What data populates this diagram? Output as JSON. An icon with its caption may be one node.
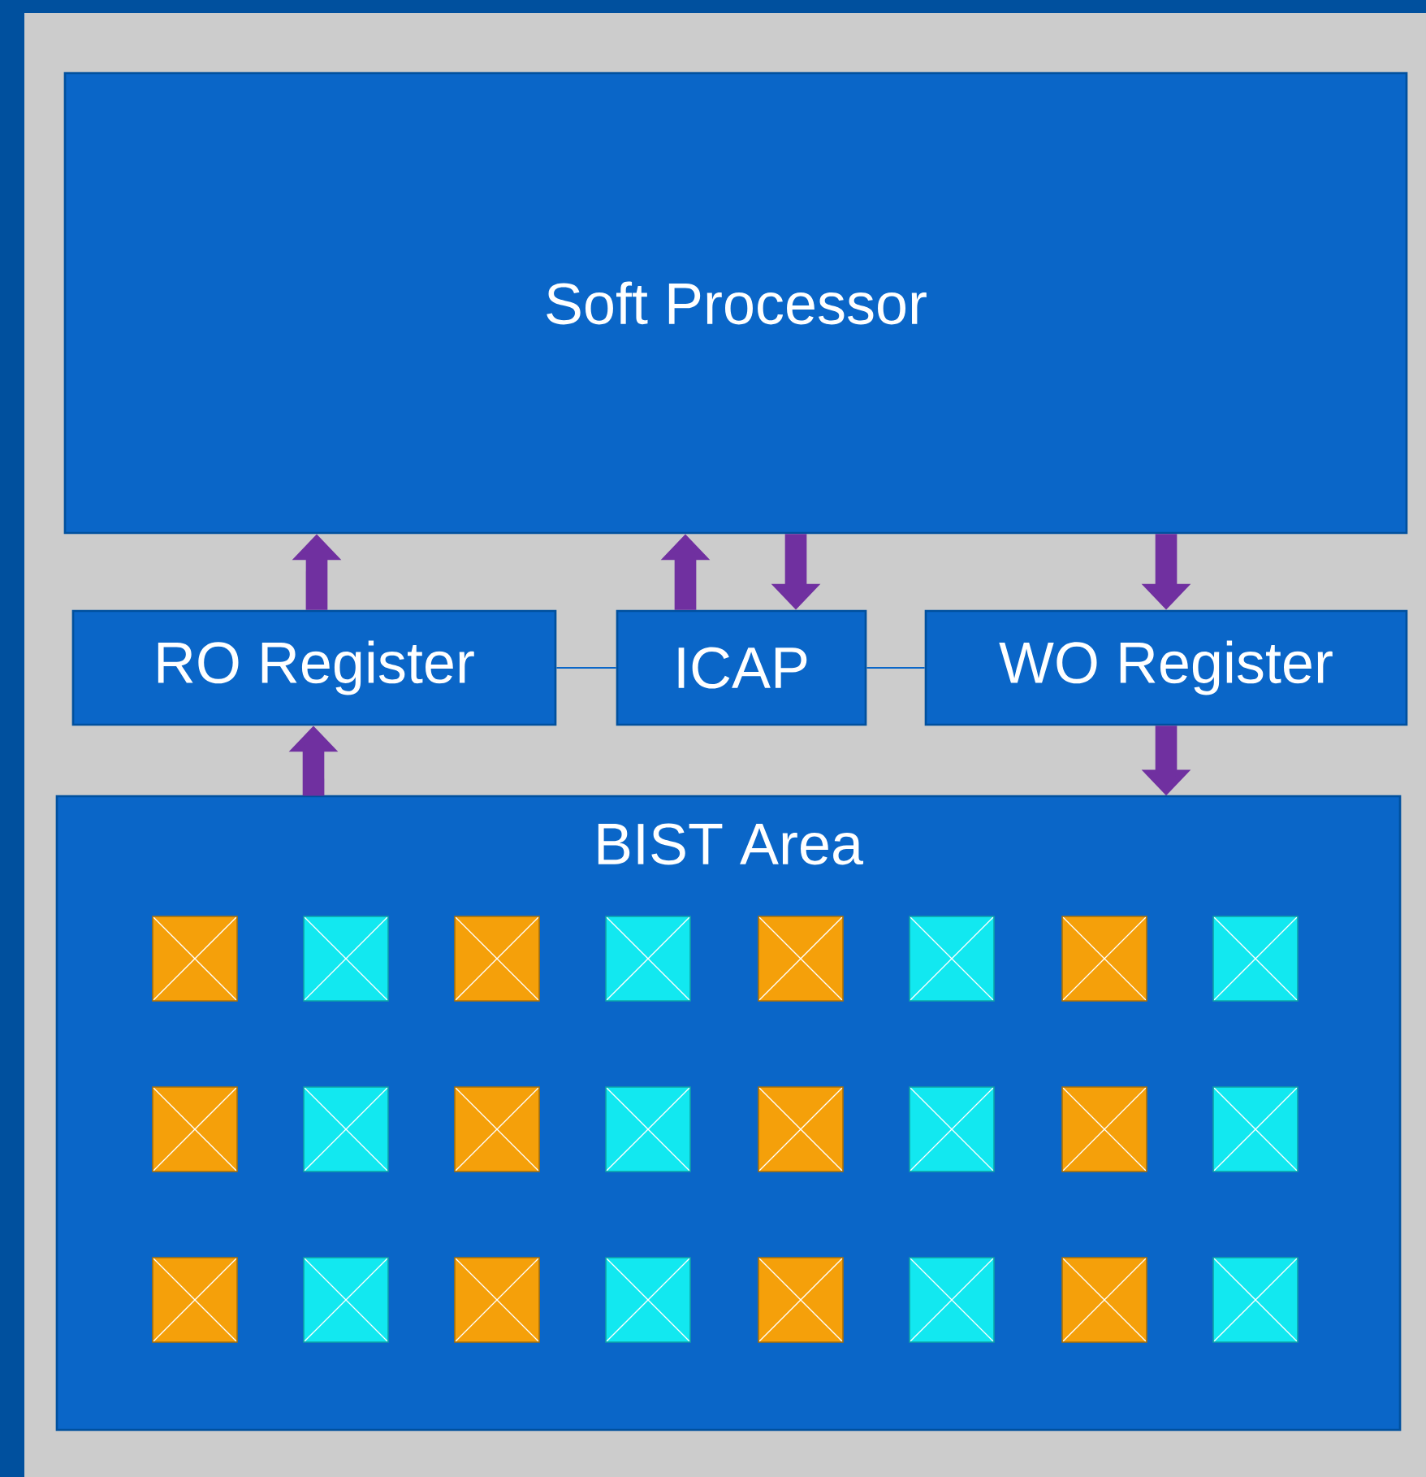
{
  "diagram": {
    "nodes": [
      {
        "text": [
          "Soft Processor"
        ]
      },
      {
        "text": [
          "RO Register"
        ]
      },
      {
        "text": [
          "ICAP"
        ]
      },
      {
        "text": [
          "WO Register"
        ]
      },
      {
        "text": [
          "BIST Area"
        ]
      },
      {
        "text": [],
        "shape": "box",
        "in": 4
      },
      {
        "text": [],
        "shape": "box",
        "in": 4
      },
      {
        "text": [],
        "shape": "box",
        "in": 4
      },
      {
        "text": [],
        "shape": "box",
        "in": 4
      },
      {
        "text": [],
        "shape": "box",
        "in": 4
      },
      {
        "text": [],
        "shape": "box",
        "in": 4
      },
      {
        "text": [],
        "shape": "box",
        "in": 4
      },
      {
        "text": [],
        "shape": "box",
        "in": 4
      },
      {
        "text": [],
        "shape": "box",
        "in": 4
      },
      {
        "text": [],
        "shape": "box",
        "in": 4
      },
      {
        "text": [],
        "shape": "box",
        "in": 4
      },
      {
        "text": [],
        "shape": "box",
        "in": 4
      },
      {
        "text": [],
        "shape": "box",
        "in": 4
      },
      {
        "text": [],
        "shape": "box",
        "in": 4
      },
      {
        "text": [],
        "shape": "box",
        "in": 4
      },
      {
        "text": [],
        "shape": "box",
        "in": 4
      },
      {
        "text": [],
        "shape": "box",
        "in": 4
      },
      {
        "text": [],
        "shape": "box",
        "in": 4
      },
      {
        "text": [],
        "shape": "box",
        "in": 4
      },
      {
        "text": [],
        "shape": "box",
        "in": 4
      },
      {
        "text": [],
        "shape": "box",
        "in": 4
      },
      {
        "text": [],
        "shape": "box",
        "in": 4
      },
      {
        "text": [],
        "shape": "box",
        "in": 4
      },
      {
        "text": [],
        "shape": "box",
        "in": 4
      }
    ],
    "edges": [
      {
        "from": 1,
        "to": 0,
        "arrow": "to"
      },
      {
        "from": 2,
        "to": 0,
        "arrow": "to"
      },
      {
        "from": 0,
        "to": 2,
        "arrow": "to"
      },
      {
        "from": 0,
        "to": 3,
        "arrow": "to"
      },
      {
        "from": 4,
        "to": 1,
        "arrow": "to"
      },
      {
        "from": 3,
        "to": 4,
        "arrow": "to"
      },
      {
        "from": 1,
        "to": 2,
        "arrow": "none",
        "color": "#0a66c8"
      },
      {
        "from": 2,
        "to": 3,
        "arrow": "none",
        "color": "#0a66c8"
      }
    ]
  }
}
